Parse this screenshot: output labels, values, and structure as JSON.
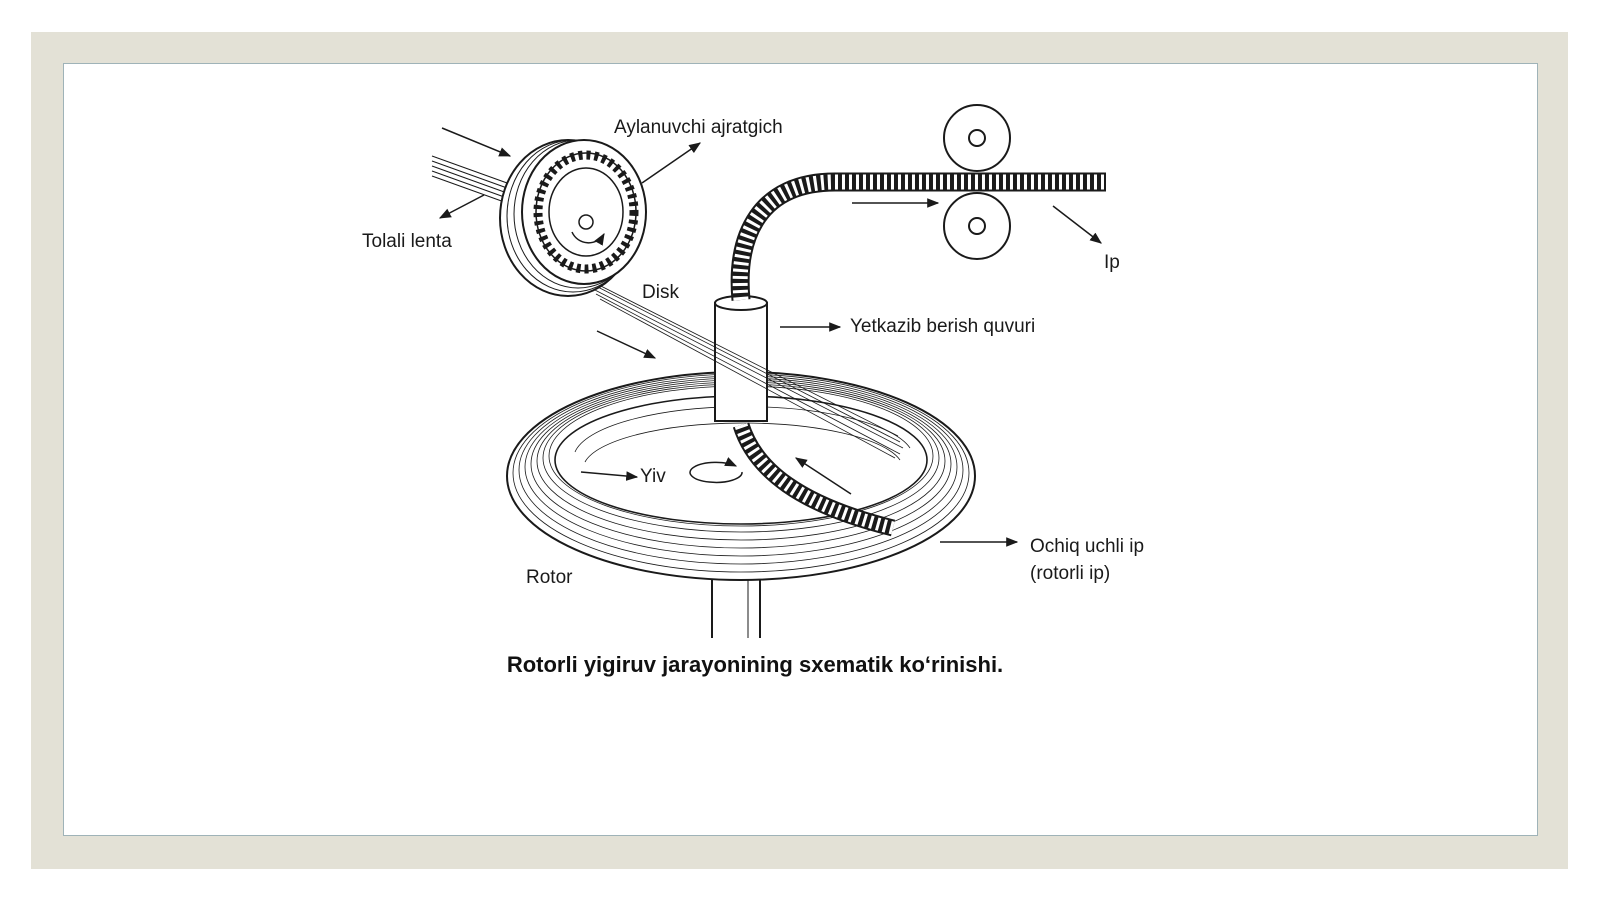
{
  "diagram": {
    "labels": {
      "separator": "Aylanuvchi ajratgich",
      "sliver": "Tolali lenta",
      "disk": "Disk",
      "tube": "Yetkazib berish quvuri",
      "yarn": "Ip",
      "groove": "Yiv",
      "rotor": "Rotor",
      "open_end_line1": "Ochiq uchli ip",
      "open_end_line2": "(rotorli ip)"
    },
    "caption": "Rotorli yigiruv jarayonining sxematik ko‘rinishi."
  },
  "colors": {
    "frame": "#e3e1d6",
    "border": "#9fb3b8",
    "ink": "#1a1a1a"
  }
}
